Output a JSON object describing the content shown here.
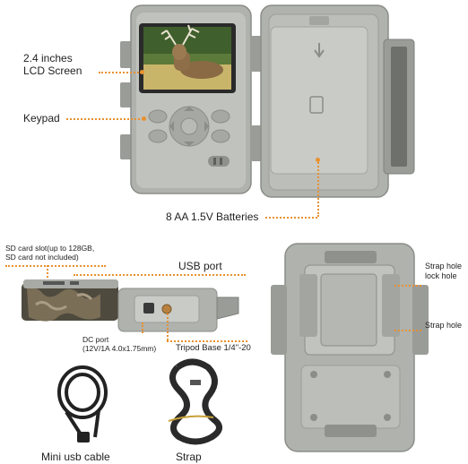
{
  "labels": {
    "lcd_screen_line1": "2.4 inches",
    "lcd_screen_line2": "LCD Screen",
    "keypad": "Keypad",
    "batteries": "8 AA 1.5V Batteries",
    "sd_slot_line1": "SD card slot(up to 128GB,",
    "sd_slot_line2": "SD card not included)",
    "usb_port": "USB port",
    "dc_port_line1": "DC port",
    "dc_port_line2": "(12V/1A 4.0x1.75mm)",
    "tripod_base": "Tripod Base 1/4\"-20",
    "strap_hole_lock": "Strap hole lock hole",
    "strap_hole": "Strap hole",
    "mini_usb_cable": "Mini usb cable",
    "strap": "Strap"
  },
  "colors": {
    "body_gray": "#a8aaa5",
    "panel_gray": "#c9cbc6",
    "leader_orange": "#e8912f",
    "camo_dark": "#4e4a3e"
  }
}
